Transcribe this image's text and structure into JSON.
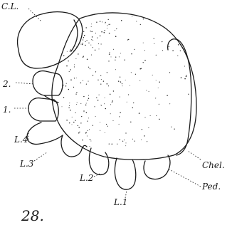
{
  "figure": {
    "number": "28.",
    "labels": {
      "cl": "C.L.",
      "seg2": "2.",
      "seg1": "1.",
      "l4": "L.4",
      "l3": "L.3",
      "l2": "L.2",
      "l1": "L.1",
      "chel": "Chel.",
      "ped": "Ped."
    }
  }
}
